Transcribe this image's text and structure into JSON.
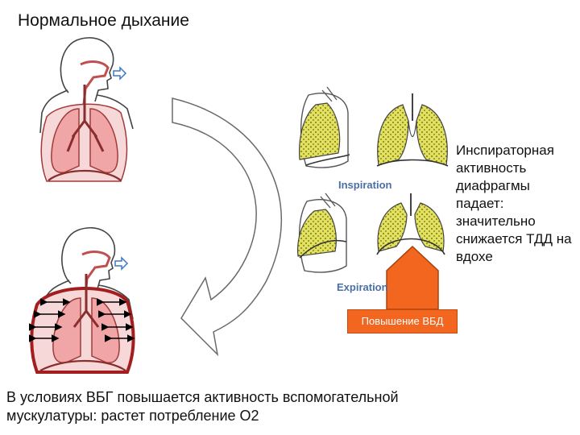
{
  "title": "Нормальное дыхание",
  "side_note": "Инспираторная активность диафрагмы падает: значительно снижается ТДД на вдохе",
  "bottom_note": "В условиях ВБГ повышается активность вспомогательной мускулатуры: растет потребление О2",
  "labels": {
    "inspiration": "Inspiration",
    "expiration": "Expiration",
    "ibd": "Повышение ВБД"
  },
  "colors": {
    "lung": "#f0a6a6",
    "lung_stroke": "#a23a3a",
    "yellow_lung": "#e0df55",
    "muscle": "#a31f1f",
    "orange": "#f2661f",
    "arrow_blue": "#3a78c8"
  },
  "icons": [
    "exhale-arrow-icon",
    "big-curved-arrow-icon",
    "up-arrow-icon"
  ]
}
